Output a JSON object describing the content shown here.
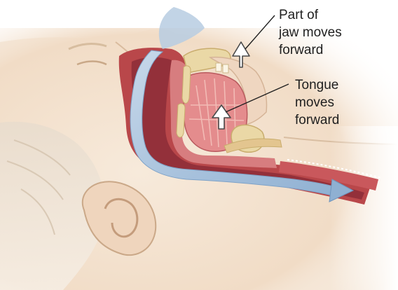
{
  "labels": {
    "jaw": {
      "lines": [
        "Part of",
        "jaw moves",
        "forward"
      ]
    },
    "tongue": {
      "lines": [
        "Tongue",
        "moves",
        "forward"
      ]
    }
  },
  "colors": {
    "skin": "#f3e2cf",
    "skin_shadow": "#dcbfa4",
    "airway_wall": "#b84a4b",
    "airway_deep": "#8f2f35",
    "tissue_pink": "#e9a3a2",
    "tongue": "#e58f8f",
    "tongue_stripes": "#f3c0b9",
    "airflow": "#a9c3dc",
    "airflow_edge": "#6f95bd",
    "bone": "#ead8a6",
    "bone_edge": "#c9ad6e",
    "arrow_fill": "#ffffff",
    "arrow_stroke": "#4a4a4a",
    "leader_line": "#222222"
  },
  "icons": {
    "jaw_arrow": "up-arrow-icon",
    "tongue_arrow": "up-arrow-icon"
  }
}
